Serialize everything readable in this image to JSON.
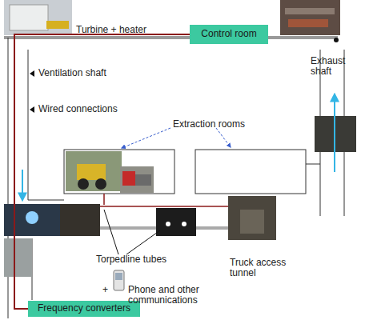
{
  "diagram": {
    "nodes": [
      {
        "text": [
          "Control room"
        ]
      },
      {
        "text": [
          "Frequency converters"
        ]
      }
    ],
    "edges": [
      {
        "from": 1,
        "to": 0,
        "arrow": "none"
      }
    ],
    "labels": [
      "Turbine + heater",
      "Ventilation shaft",
      "Wired connections",
      "Extraction rooms",
      "Exhaust shaft",
      "Torpedline tubes",
      "Truck access tunnel",
      "+",
      "Phone and other communications"
    ]
  }
}
